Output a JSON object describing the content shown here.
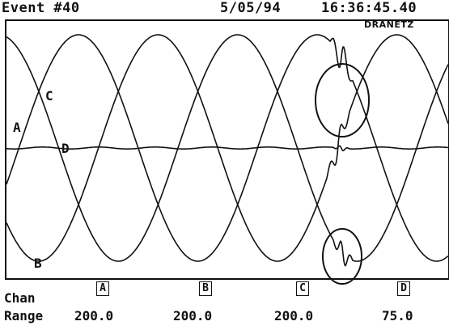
{
  "header": {
    "event": "Event #40",
    "date": "5/05/94",
    "time": "16:36:45.40",
    "brand": "DRANETZ"
  },
  "waveform": {
    "labels": {
      "a": "A",
      "b": "B",
      "c": "C",
      "d": "D"
    },
    "trace_color": "#111111",
    "grid_color": "#111111"
  },
  "footer": {
    "chan_label": "Chan",
    "range_label": "Range",
    "channels": [
      {
        "id": "A",
        "range": "200.0"
      },
      {
        "id": "B",
        "range": "200.0"
      },
      {
        "id": "C",
        "range": "200.0"
      },
      {
        "id": "D",
        "range": "75.0"
      }
    ]
  }
}
